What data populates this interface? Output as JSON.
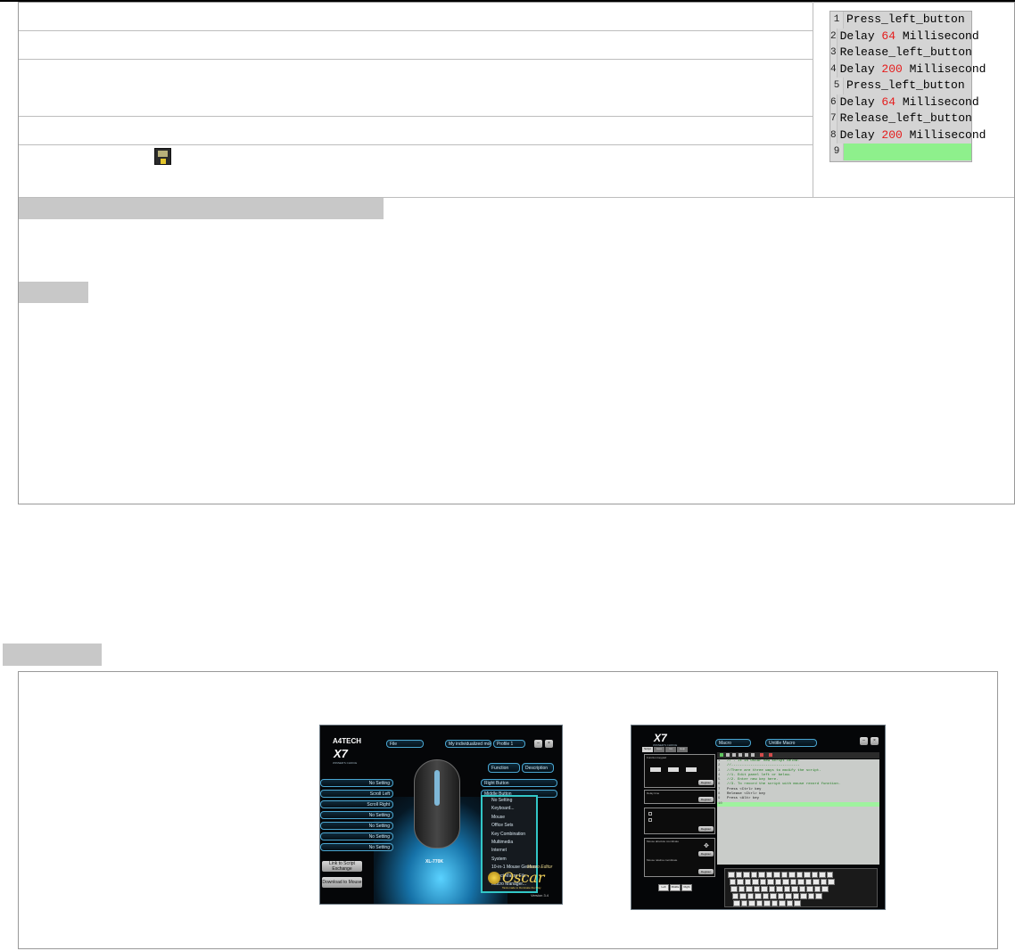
{
  "macro_script": {
    "lines": [
      {
        "n": "1",
        "parts": [
          "Press_left_button"
        ]
      },
      {
        "n": "2",
        "parts": [
          "Delay ",
          "64",
          " Millisecond"
        ]
      },
      {
        "n": "3",
        "parts": [
          "Release_left_button"
        ]
      },
      {
        "n": "4",
        "parts": [
          "Delay ",
          "200",
          " Millisecond"
        ]
      },
      {
        "n": "5",
        "parts": [
          "Press_left_button"
        ]
      },
      {
        "n": "6",
        "parts": [
          "Delay ",
          "64",
          " Millisecond"
        ]
      },
      {
        "n": "7",
        "parts": [
          "Release_left_button"
        ]
      },
      {
        "n": "8",
        "parts": [
          "Delay ",
          "200",
          " Millisecond"
        ]
      },
      {
        "n": "9",
        "parts": [
          ""
        ]
      }
    ]
  },
  "icons": {
    "save": "floppy-disk-icon"
  },
  "screenshot_left": {
    "brand": "A4TECH",
    "logo": "X7",
    "logo_sub": "WINNER'S CHOICE",
    "file_label": "File",
    "profile_name": "My individualized mouse",
    "profile_select": "Profile 1",
    "function_btn": "Function",
    "description_btn": "Description",
    "left_buttons": [
      "No Setting",
      "Scroll Left",
      "Scroll Right",
      "No Setting",
      "No Setting",
      "No Setting",
      "No Setting"
    ],
    "right_buttons": [
      "Right Button",
      "Middle Button"
    ],
    "menu_items": [
      "No Setting",
      "Keyboard...",
      "Mouse",
      "Office Sets",
      "Key Combination",
      "Multimedia",
      "Internet",
      "System",
      "10-in-1 Mouse Gesture",
      "Select Macro File",
      "Macro Manager..."
    ],
    "model": "XL-770K",
    "upload_btn": "Link to Script Exchange",
    "download_btn": "Download to Mouse",
    "oscar": "Oscar",
    "oscar_sub": "Macro Editor",
    "tagline": "Tank-made to Dominate the Play",
    "version": "Version 3.4"
  },
  "screenshot_right": {
    "logo": "X7",
    "logo_sub": "WINNER'S CHOICE",
    "macro_label": "Macro",
    "macro_name": "Untitle Macro",
    "tabs": [
      "Script",
      "Icon",
      "Gt",
      "Help"
    ],
    "section_titles": [
      "Function keypad",
      "Delay time",
      "Mouse absolute coordinate",
      "Mouse relative coordinate"
    ],
    "apply_label": "Register",
    "editor_lines": [
      {
        "n": "1",
        "t": "// - It is Oscar new script below.",
        "style": "green"
      },
      {
        "n": "2",
        "t": "//--------------------------------",
        "style": "green"
      },
      {
        "n": "3",
        "t": "//There are three ways to modify the script.",
        "style": "green"
      },
      {
        "n": "4",
        "t": "//1. Edit panel left or below.",
        "style": "green"
      },
      {
        "n": "5",
        "t": "//2. Enter new key here.",
        "style": "green"
      },
      {
        "n": "6",
        "t": "//3. To record the script with mouse record function.",
        "style": "green"
      },
      {
        "n": "7",
        "t": "Press <Ctrl> key",
        "style": "dark"
      },
      {
        "n": "8",
        "t": "Release <Ctrl> key",
        "style": "dark"
      },
      {
        "n": "9",
        "t": "Press <Alt> key",
        "style": "dark"
      },
      {
        "n": "10",
        "t": "",
        "style": "hl"
      }
    ],
    "mouse_keys": [
      "Left",
      "Middle",
      "Right"
    ]
  }
}
